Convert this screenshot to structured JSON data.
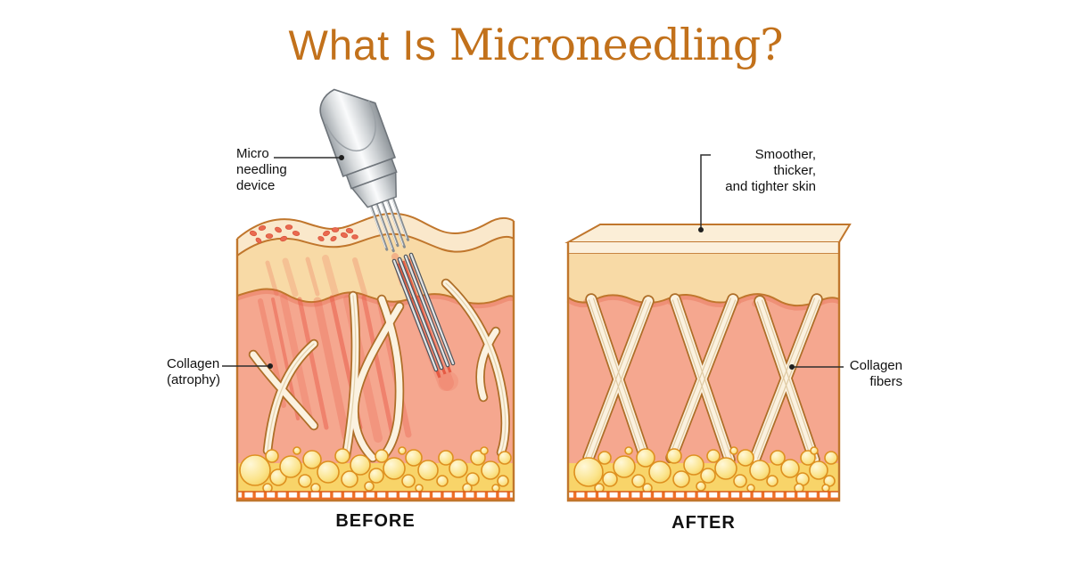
{
  "title": {
    "prefix": "What Is",
    "emphasis": "Microneedling?"
  },
  "before_panel": {
    "caption": "BEFORE",
    "device_label": "Micro\nneedling\ndevice",
    "collagen_label": "Collagen\n(atrophy)"
  },
  "after_panel": {
    "caption": "AFTER",
    "skin_label": "Smoother, thicker,\nand tighter skin",
    "fibers_label": "Collagen\nfibers"
  },
  "palette": {
    "accent": "#C2711B",
    "label": "#111111",
    "outline": "#C0762C",
    "epidermis": "#FBEDD5",
    "epidermisStrip": "#FAE8CB",
    "tanLayer": "#F8DAA6",
    "dermis": "#F5A78F",
    "dermisShadow": "#EF9077",
    "fatLight": "#FFF8D8",
    "fatDark": "#F3C94F",
    "fatStroke": "#DE901F",
    "baseStrip": "#EE6E27",
    "injuryRed": "#E85744",
    "redDot": "#EA6A50",
    "fiberFill": "#FBF2E0",
    "fiberStroke": "#AE6E28",
    "deviceBody": "#D6D9DC",
    "needleGray": "#6A7076"
  }
}
